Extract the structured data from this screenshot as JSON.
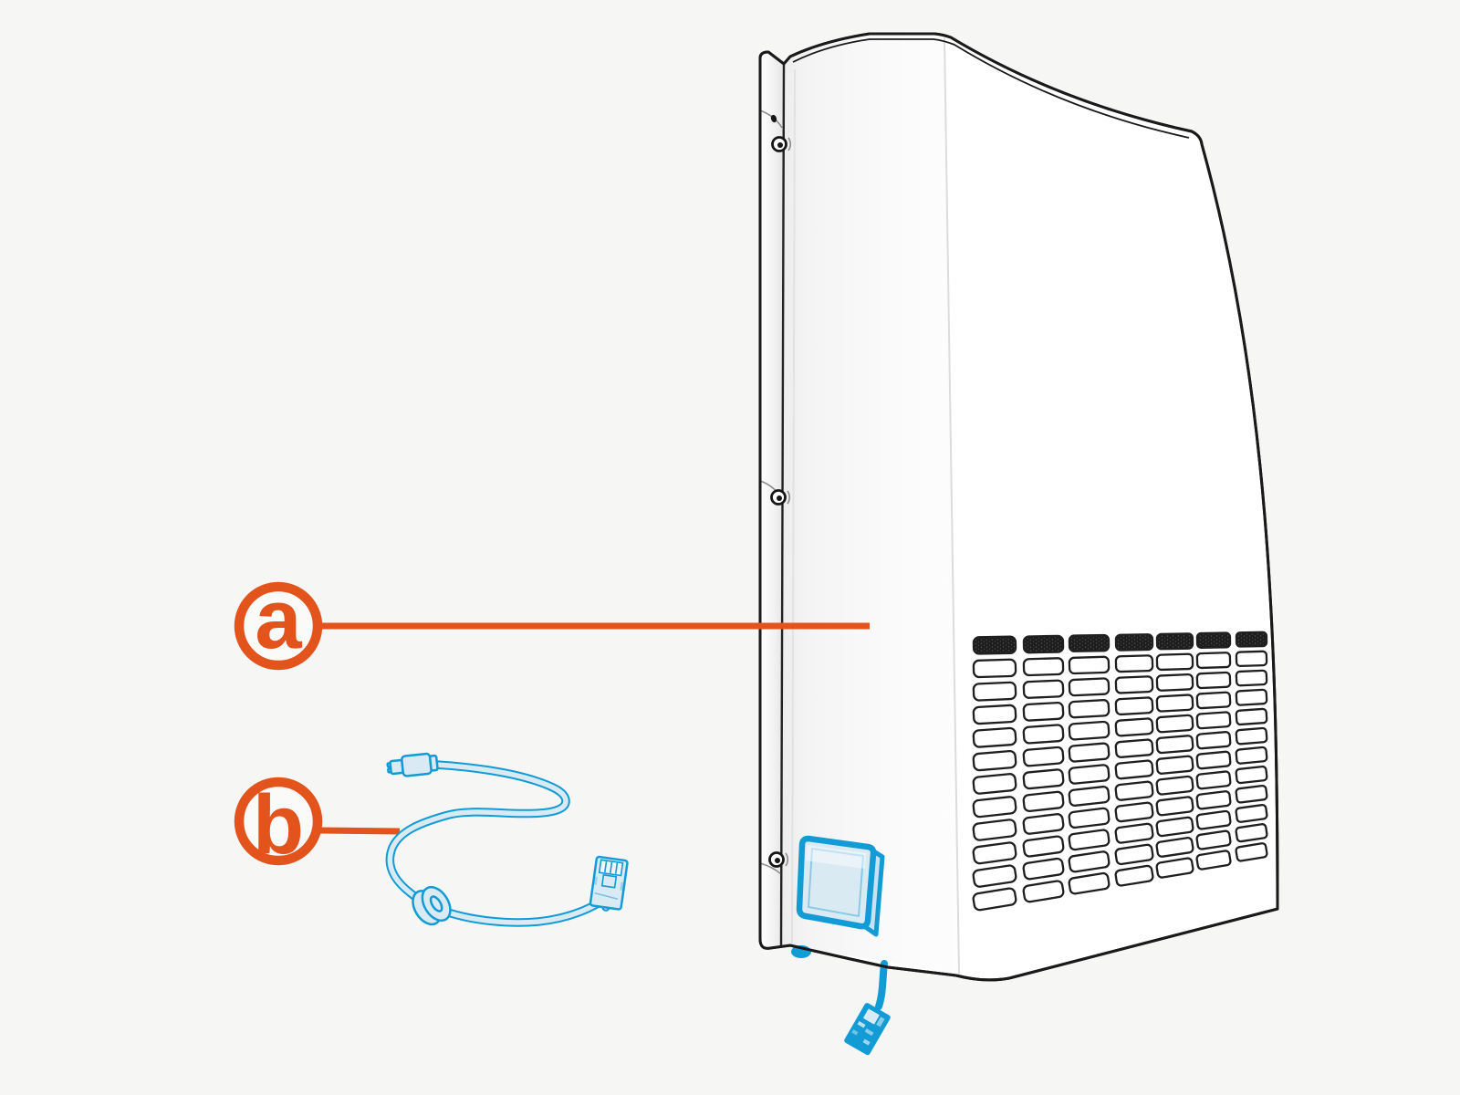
{
  "figure": {
    "type": "parts-diagram",
    "background_color": "#F6F6F5",
    "accent_color": "#E3541C",
    "highlight_color": "#129BD5",
    "highlight_fill_color": "#DAEAF3",
    "outline_color": "#1A1A1A",
    "callouts": [
      {
        "letter": "a"
      },
      {
        "letter": "b"
      }
    ]
  }
}
